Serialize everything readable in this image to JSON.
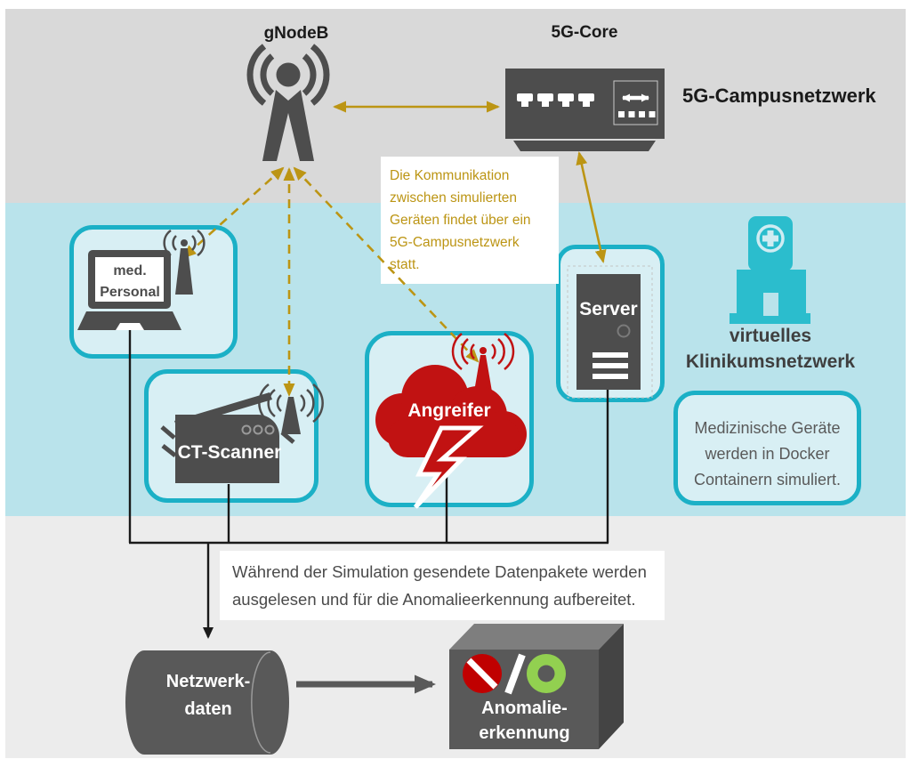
{
  "labels": {
    "gnodeb": "gNodeB",
    "core": "5G-Core",
    "campus_network": "5G-Campusnetzwerk"
  },
  "notes": {
    "communication": {
      "lines": [
        "Die Kommunikation",
        "zwischen simulierten",
        "Geräten findet über ein",
        "5G-Campusnetzwerk statt."
      ]
    },
    "docker": {
      "lines": [
        "Medizinische Geräte",
        "werden in Docker",
        "Containern simuliert."
      ]
    },
    "simulation": {
      "lines": [
        "Während der Simulation gesendete Datenpakete werden",
        "ausgelesen und für die Anomalieerkennung aufbereitet."
      ]
    }
  },
  "devices": {
    "staff": {
      "lines": [
        "med.",
        "Personal"
      ]
    },
    "ct_scanner": {
      "label": "CT-Scanner"
    },
    "attacker": {
      "label": "Angreifer"
    },
    "server": {
      "label": "Server"
    }
  },
  "clinic": {
    "lines": [
      "virtuelles",
      "Klinikumsnetzwerk"
    ]
  },
  "pipeline": {
    "network_data": {
      "lines": [
        "Netzwerk-",
        "daten"
      ]
    },
    "anomaly": {
      "lines": [
        "Anomalie-",
        "erkennung"
      ]
    }
  },
  "icons": {
    "gnodeb": "antenna-mast-person",
    "core_switch": "network-switch",
    "staff_device": "laptop",
    "wifi_antenna": "antenna-with-waves",
    "ct_scanner": "scanner-device",
    "attacker": "red-cloud-lightning",
    "server": "server-tower",
    "hospital": "hospital-building",
    "network_data": "database-cylinder",
    "anomaly_box": "3d-cube",
    "blocked": "no-entry-sign",
    "allowed": "green-ring"
  },
  "colors": {
    "accent_gold": "#BC9514",
    "teal_border": "#1BB0C6",
    "hospital_teal": "#2BBDCD",
    "device_fill": "#D8EFF4",
    "band_top": "#D9D9D9",
    "band_middle": "#B9E3EB",
    "band_bottom": "#ECECEC",
    "icon_gray": "#4D4D4D",
    "attacker_red": "#C11212",
    "blocked_red": "#C00000",
    "allowed_green": "#92D050"
  }
}
